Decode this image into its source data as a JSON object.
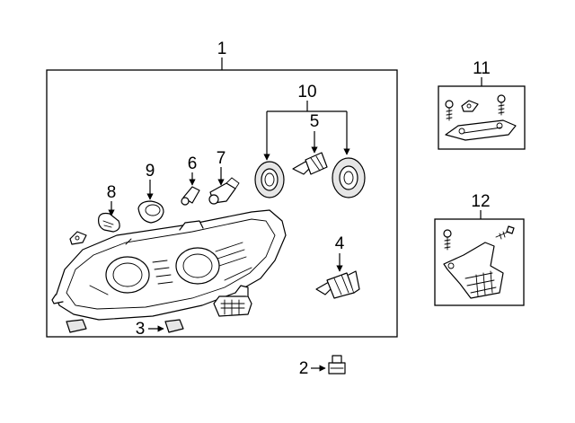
{
  "diagram": {
    "callouts": [
      {
        "id": "1",
        "label": "1"
      },
      {
        "id": "2",
        "label": "2"
      },
      {
        "id": "3",
        "label": "3"
      },
      {
        "id": "4",
        "label": "4"
      },
      {
        "id": "5",
        "label": "5"
      },
      {
        "id": "6",
        "label": "6"
      },
      {
        "id": "7",
        "label": "7"
      },
      {
        "id": "8",
        "label": "8"
      },
      {
        "id": "9",
        "label": "9"
      },
      {
        "id": "10",
        "label": "10"
      },
      {
        "id": "11",
        "label": "11"
      },
      {
        "id": "12",
        "label": "12"
      }
    ],
    "colors": {
      "line": "#000000",
      "background": "#ffffff",
      "fill_light": "#e6e6e6"
    }
  }
}
